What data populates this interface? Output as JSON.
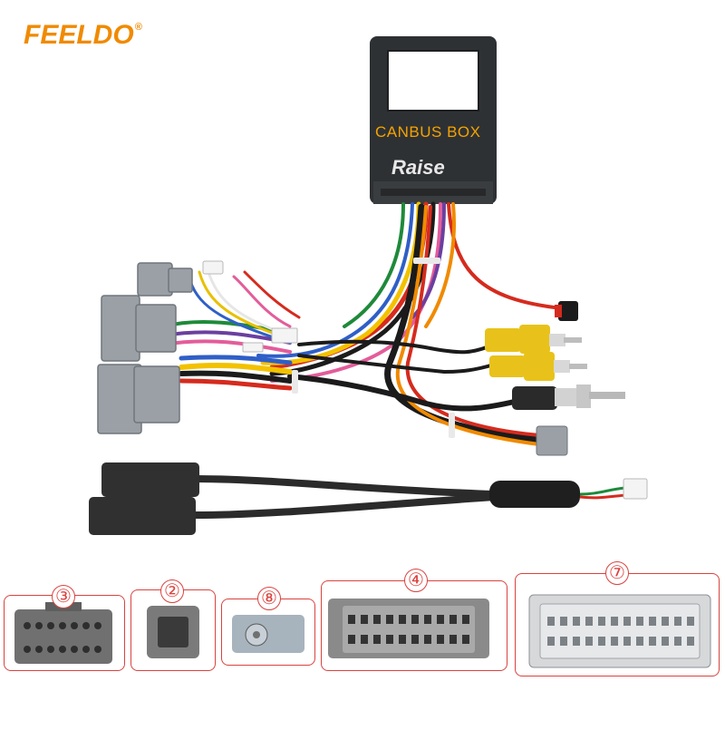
{
  "brand": {
    "name": "FEELDO",
    "mark": "®",
    "color": "#f08a00"
  },
  "product": {
    "box_label": "CANBUS BOX",
    "box_print": "Raise"
  },
  "connectors": [
    {
      "number": "③"
    },
    {
      "number": "②"
    },
    {
      "number": "⑧"
    },
    {
      "number": "④"
    },
    {
      "number": "⑦"
    }
  ],
  "colors": {
    "panel_border": "#d9433f",
    "box_label": "#f5a300",
    "plug_gray": "#9aa0a6",
    "rca_yellow": "#e8c21a"
  }
}
